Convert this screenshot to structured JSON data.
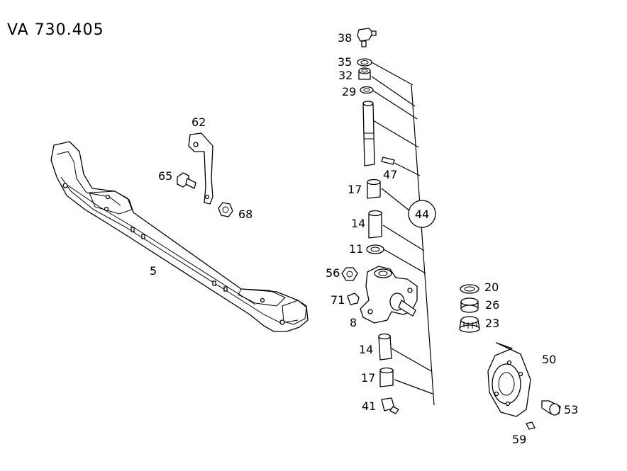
{
  "title": "VA  730.405",
  "labels": {
    "p38": "38",
    "p35": "35",
    "p32": "32",
    "p29": "29",
    "p47": "47",
    "p17a": "17",
    "p44": "44",
    "p14a": "14",
    "p11": "11",
    "p56": "56",
    "p71": "71",
    "p8": "8",
    "p14b": "14",
    "p17b": "17",
    "p41": "41",
    "p20": "20",
    "p26": "26",
    "p23": "23",
    "p50": "50",
    "p53": "53",
    "p59": "59",
    "p62": "62",
    "p65": "65",
    "p68": "68",
    "p5": "5"
  }
}
